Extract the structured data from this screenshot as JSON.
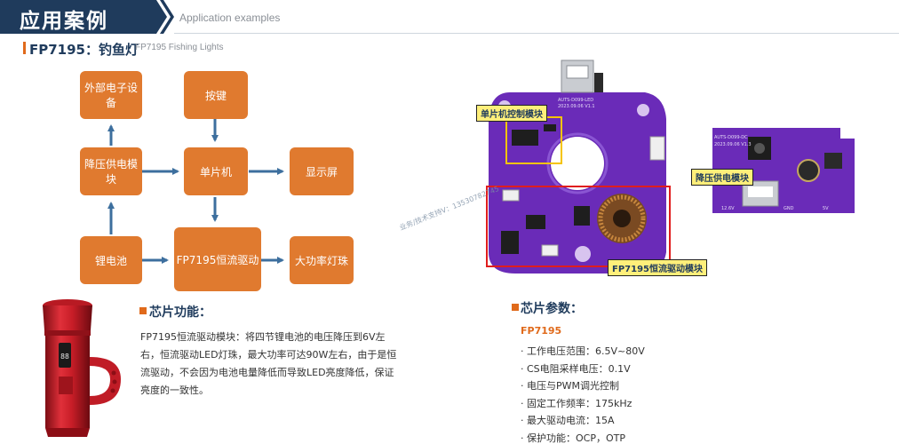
{
  "header": {
    "title": "应用案例",
    "subtitle": "Application examples"
  },
  "section": {
    "title": "FP7195：钓鱼灯",
    "subtitle": "FP7195 Fishing Lights"
  },
  "diagram": {
    "blocks": {
      "external_device": "外部电子设备",
      "key": "按键",
      "buck_module": "降压供电模块",
      "mcu": "单片机",
      "display": "显示屏",
      "battery": "锂电池",
      "driver": "FP7195恒流驱动",
      "led": "大功率灯珠"
    }
  },
  "product": {
    "screen_text": "88"
  },
  "chip_function": {
    "title": "芯片功能：",
    "text": "FP7195恒流驱动模块：将四节锂电池的电压降压到6V左右，恒流驱动LED灯珠，最大功率可达90W左右，由于是恒流驱动，不会因为电池电量降低而导致LED亮度降低，保证亮度的一致性。"
  },
  "pcb": {
    "labels": {
      "mcu_module": "单片机控制模块",
      "buck_module": "降压供电模块",
      "driver_module": "FP7195恒流驱动模块"
    },
    "silk_board1": "AUTS-D099-LED",
    "silk_board1_date": "2023.09.06 V1.1",
    "silk_board2": "AUTS-D099-DC",
    "silk_board2_date": "2023.09.06 V1.3",
    "silk_pins": [
      "12.6V",
      "GND",
      "5V"
    ],
    "watermark": "业务/技术支持V：13530782745"
  },
  "parameters": {
    "title": "芯片参数：",
    "chip": "FP7195",
    "items": [
      "· 工作电压范围：6.5V~80V",
      "· CS电阻采样电压：0.1V",
      "· 电压与PWM调光控制",
      "· 固定工作频率：175kHz",
      "· 最大驱动电流：15A",
      "· 保护功能：OCP，OTP"
    ]
  },
  "colors": {
    "brand": "#1f3b5c",
    "accent": "#e06a1b",
    "block": "#e07a2f",
    "arrow": "#3d6f9e",
    "pcb": "#6a2bb8"
  }
}
